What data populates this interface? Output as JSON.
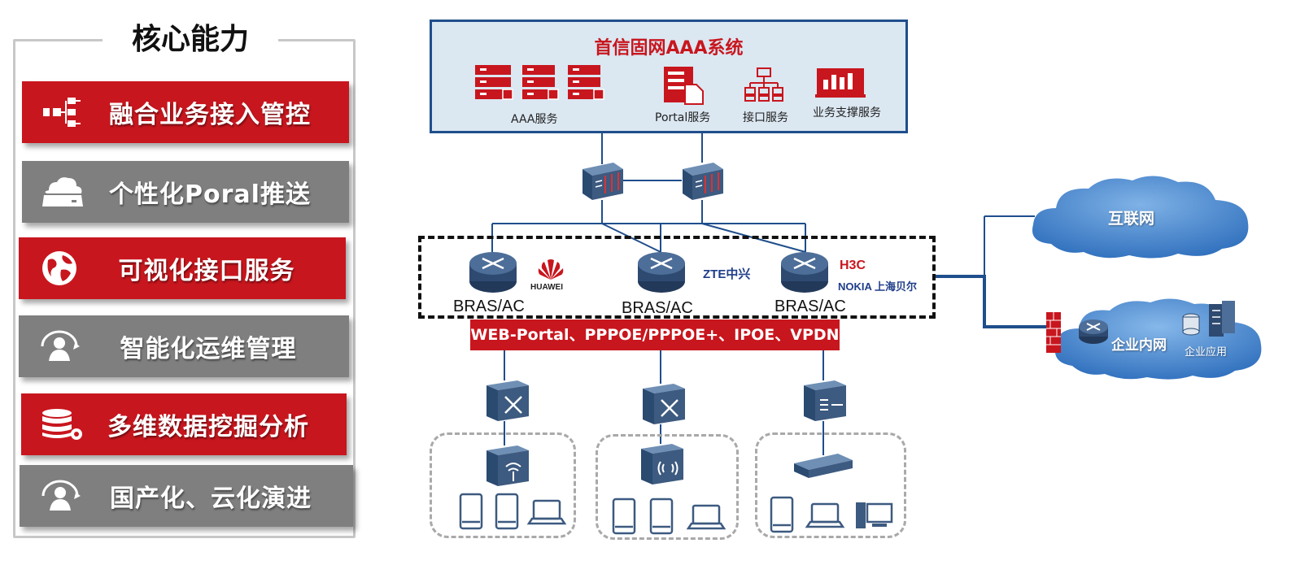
{
  "core": {
    "title": "核心能力",
    "items": [
      {
        "label": "融合业务接入管控",
        "color": "#c8161e",
        "icon": "hierarchy-icon"
      },
      {
        "label": "个性化Poral推送",
        "color": "#7f7f7f",
        "icon": "cloud-server-icon"
      },
      {
        "label": "可视化接口服务",
        "color": "#c8161e",
        "icon": "globe-icon"
      },
      {
        "label": "智能化运维管理",
        "color": "#7f7f7f",
        "icon": "user-cycle-icon"
      },
      {
        "label": "多维数据挖掘分析",
        "color": "#c8161e",
        "icon": "database-gear-icon"
      },
      {
        "label": "国产化、云化演进",
        "color": "#7f7f7f",
        "icon": "user-cycle-icon"
      }
    ]
  },
  "aaa": {
    "title": "首信固网AAA系统",
    "services": [
      "AAA服务",
      "Portal服务",
      "接口服务",
      "业务支撑服务"
    ]
  },
  "bras": {
    "labels": [
      "BRAS/AC",
      "BRAS/AC",
      "BRAS/AC"
    ],
    "vendors": [
      "HUAWEI",
      "ZTE中兴",
      "H3C",
      "NOKIA 上海贝尔"
    ]
  },
  "protocols": "WEB-Portal、PPPOE/PPPOE+、IPOE、VPDN",
  "clouds": {
    "internet": "互联网",
    "intranet": "企业内网",
    "enterprise_app": "企业应用"
  },
  "colors": {
    "brand_red": "#c8161e",
    "gray": "#7f7f7f",
    "navy": "#1f4e8c",
    "device_blue": "#3d5a80"
  }
}
